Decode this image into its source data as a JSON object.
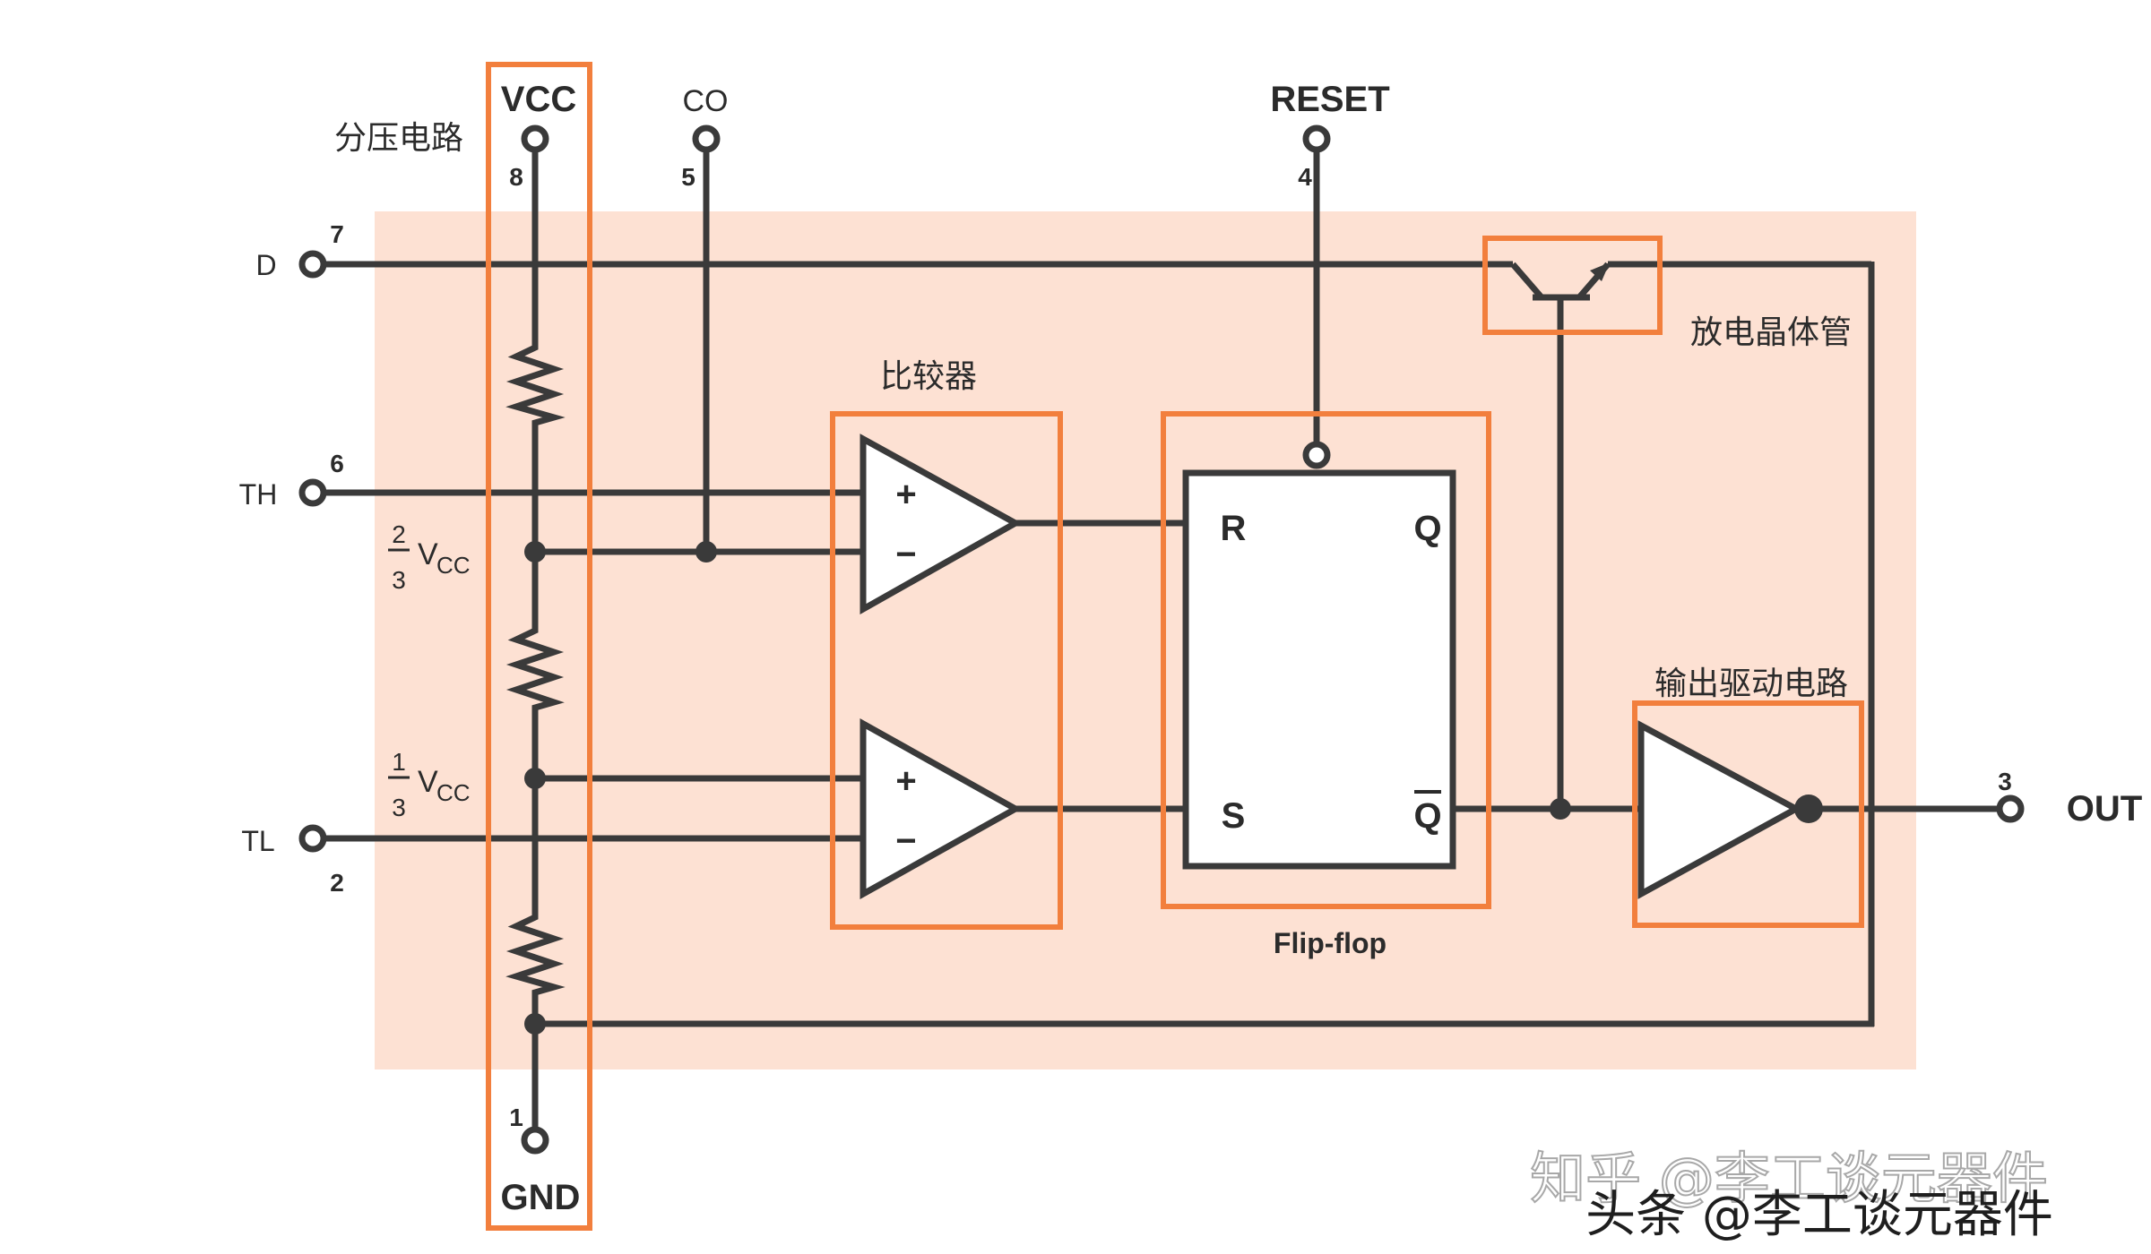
{
  "pins": {
    "vcc": {
      "name": "VCC",
      "num": "8"
    },
    "co": {
      "name": "CO",
      "num": "5"
    },
    "reset": {
      "name": "RESET",
      "num": "4"
    },
    "d": {
      "name": "D",
      "num": "7"
    },
    "th": {
      "name": "TH",
      "num": "6"
    },
    "tl": {
      "name": "TL",
      "num": "2"
    },
    "gnd": {
      "name": "GND",
      "num": "1"
    },
    "out": {
      "name": "OUT",
      "num": "3"
    }
  },
  "annotations": {
    "divider": "分压电路",
    "comparator": "比较器",
    "transistor": "放电晶体管",
    "driver": "输出驱动电路",
    "flipflop": "Flip-flop"
  },
  "fractions": {
    "two_thirds": {
      "num": "2",
      "den": "3",
      "v": "V",
      "sub": "CC"
    },
    "one_third": {
      "num": "1",
      "den": "3",
      "v": "V",
      "sub": "CC"
    }
  },
  "comparator_signs": {
    "plus": "+",
    "minus": "−"
  },
  "flipflop_ports": {
    "r": "R",
    "q": "Q",
    "s": "S",
    "qbar": "Q"
  },
  "watermark": {
    "line1": "知乎 @李工谈元器件",
    "line2": "头条 @李工谈元器件"
  },
  "colors": {
    "wire": "#3a3a3a",
    "highlight": "#f27f3d",
    "chip_bg": "#fde1d3"
  }
}
